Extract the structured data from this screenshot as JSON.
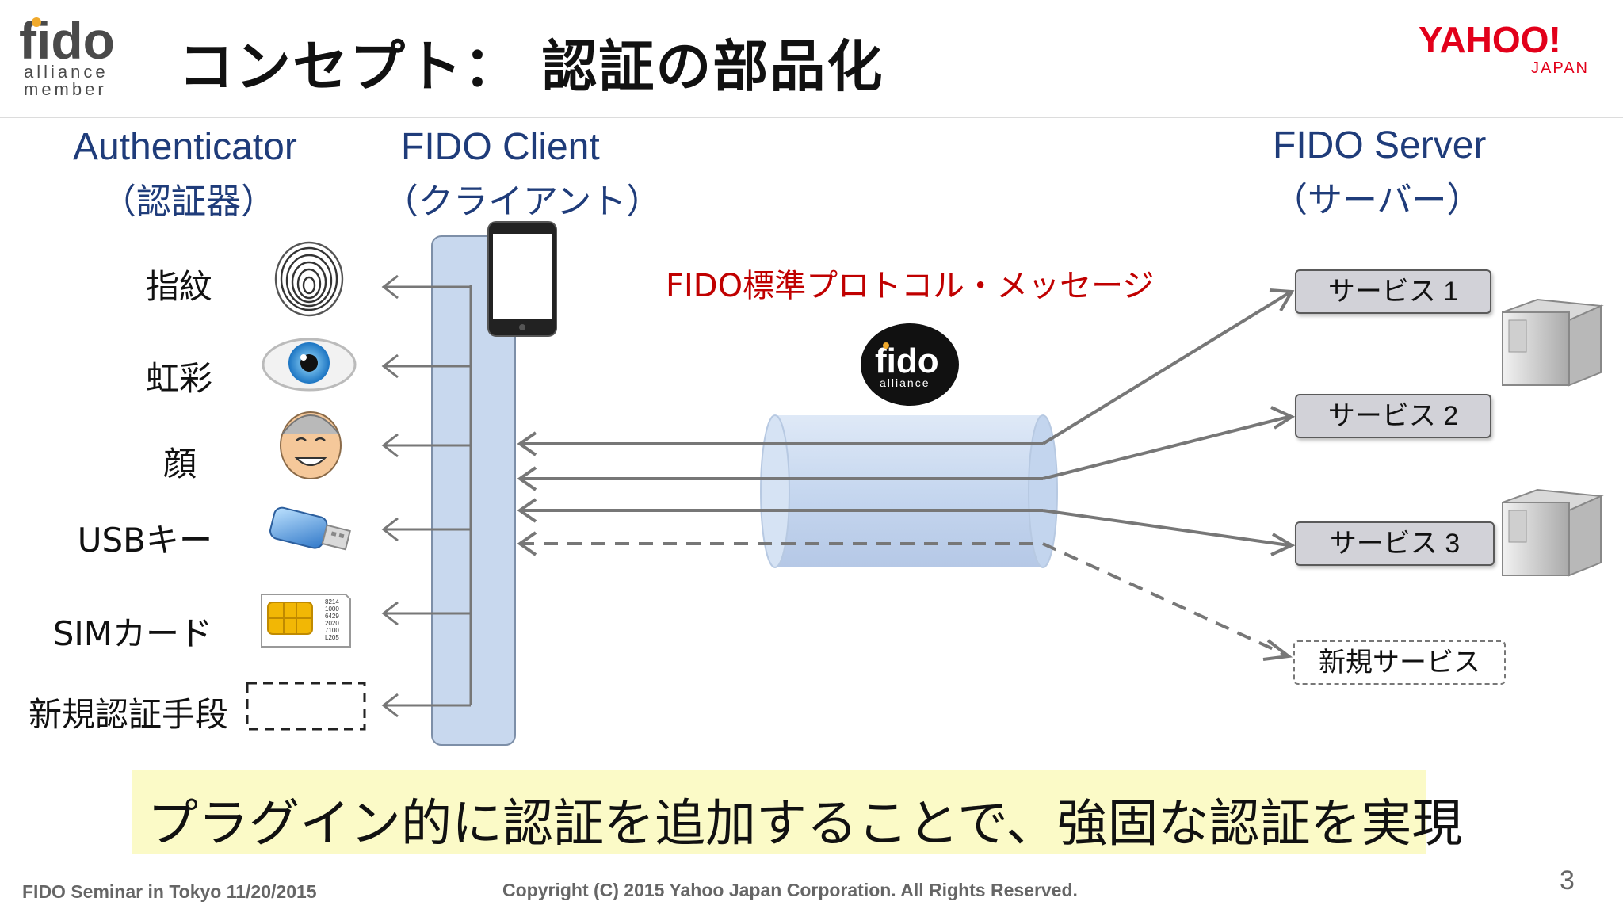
{
  "header": {
    "title": "コンセプト： 認証の部品化",
    "fido_logo": {
      "wordmark": "fido",
      "line1": "alliance",
      "line2": "member"
    },
    "yahoo_logo": {
      "wordmark": "YAHOO!",
      "sub": "JAPAN"
    }
  },
  "columns": {
    "authenticator": {
      "title": "Authenticator",
      "subtitle": "（認証器）"
    },
    "client": {
      "title": "FIDO Client",
      "subtitle": "（クライアント）"
    },
    "server": {
      "title": "FIDO Server",
      "subtitle": "（サーバー）"
    }
  },
  "authenticators": [
    {
      "label": "指紋",
      "icon": "fingerprint-icon"
    },
    {
      "label": "虹彩",
      "icon": "eye-icon"
    },
    {
      "label": "顔",
      "icon": "face-icon"
    },
    {
      "label": "USBキー",
      "icon": "usb-key-icon"
    },
    {
      "label": "SIMカード",
      "icon": "sim-card-icon"
    },
    {
      "label": "新規認証手段",
      "icon": "dashed-placeholder-icon"
    }
  ],
  "sim_card_numbers": [
    "8214",
    "1000",
    "6429",
    "2020",
    "7100",
    "L205"
  ],
  "protocol_label": "FIDO標準プロトコル・メッセージ",
  "fido_alliance_badge": {
    "wordmark": "fido",
    "sub": "alliance"
  },
  "services": [
    {
      "label": "サービス 1"
    },
    {
      "label": "サービス 2"
    },
    {
      "label": "サービス 3"
    }
  ],
  "new_service": {
    "label": "新規サービス"
  },
  "banner": {
    "text": "プラグイン的に認証を追加することで、強固な認証を実現"
  },
  "footer": {
    "left": "FIDO Seminar in Tokyo 11/20/2015",
    "center": "Copyright (C) 2015 Yahoo Japan Corporation. All Rights Reserved.",
    "page": "3"
  },
  "colors": {
    "title": "#111111",
    "column_header": "#1f3c7a",
    "protocol_label": "#c00000",
    "client_bar": "#c8d8ee",
    "service_box": "#d2d2d8",
    "banner": "#fbfac7",
    "fido_orange": "#f0a92b",
    "yahoo_red": "#e2001a"
  }
}
